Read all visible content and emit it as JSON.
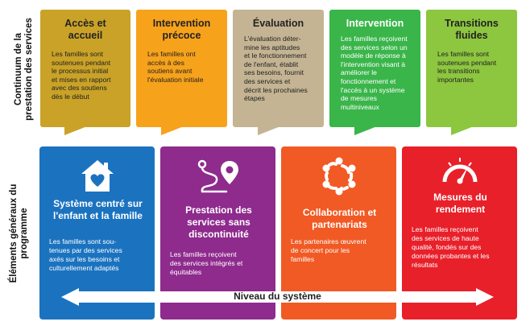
{
  "side_labels": {
    "top": [
      "Continuum de la",
      "prestation des services"
    ],
    "bottom": [
      "Éléments généraux du",
      "programme"
    ]
  },
  "stages": [
    {
      "title": "Accès et\naccueil",
      "desc": "Les familles sont\nsoutenues pendant\nle processus initial\net mises en rapport\navec des soutiens\ndès le début"
    },
    {
      "title": "Intervention\nprécoce",
      "desc": "Les familles ont\naccès à des\nsoutiens avant\nl'évaluation initiale"
    },
    {
      "title": "Évaluation",
      "desc": "L'évaluation déter-\nmine les aptitudes\net le fonctionnement\nde l'enfant, établit\nses besoins, fournit\ndes services et\ndécrit les prochaines\nétapes"
    },
    {
      "title": "Intervention",
      "desc": "Les familles reçoivent\ndes services selon un\nmodèle de réponse à\nl'intervention visant à\naméliorer le\nfonctionnement et\nl'accès à un système\n           de mesures\n              multiniveaux"
    },
    {
      "title": "Transitions\nfluides",
      "desc": "Les familles sont\nsoutenues pendant\nles transitions\nimportantes"
    }
  ],
  "elements": [
    {
      "icon": "house-heart-icon",
      "title": "Système centré sur\nl'enfant et la famille",
      "desc": "Les familles sont sou-\ntenues par des services\naxés sur les besoins et\nculturellement adaptés"
    },
    {
      "icon": "route-pin-icon",
      "title": "Prestation des\nservices sans\ndiscontinuité",
      "desc": "Les familles reçoivent\ndes services intégrés et\néquitables"
    },
    {
      "icon": "people-circle-icon",
      "title": "Collaboration et\npartenariats",
      "desc": "Les partenaires œuvrent\nde concert pour les\nfamilles"
    },
    {
      "icon": "gauge-icon",
      "title": "Mesures du\nrendement",
      "desc": "Les familles reçoivent\ndes services de haute\nqualité, fondés sur des\ndonnées probantes et les\nrésultats"
    }
  ],
  "system_level": "Niveau du système",
  "colors": {
    "stage_1": "#c9a227",
    "stage_2": "#f7a21b",
    "stage_3": "#c4b493",
    "stage_4": "#3ab54a",
    "stage_5": "#8dc63f",
    "element_1": "#1b73c0",
    "element_2": "#8e2b8d",
    "element_3": "#f15a24",
    "element_4": "#e8202a"
  }
}
